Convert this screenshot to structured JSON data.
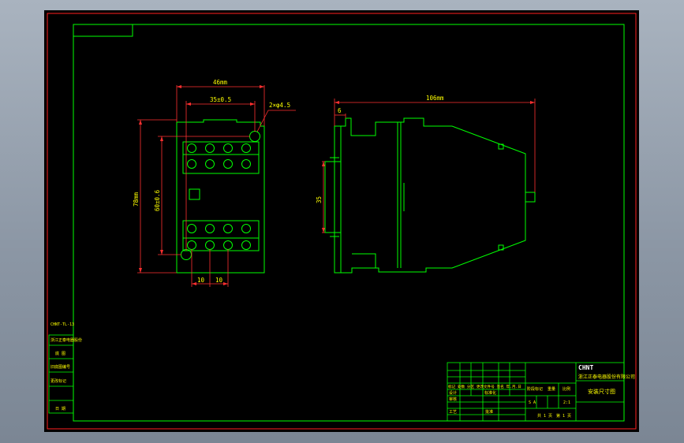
{
  "colors": {
    "background": "#000000",
    "border_red": "#ff2020",
    "geometry_green": "#00ff00",
    "dimension_red": "#ff3030",
    "dimension_text": "#ffff00",
    "frame_outer": "#7f8b99"
  },
  "front_view": {
    "width_dim": "46mm",
    "hole_spacing_dim": "35±0.5",
    "holes_callout": "2×φ4.5",
    "height_dim": "78mm",
    "hole_vertical_dim": "60±0.6",
    "pitch_dim_1": "10",
    "pitch_dim_2": "10"
  },
  "side_view": {
    "depth_dim": "106mm",
    "offset_dim": "6",
    "rail_dim": "35"
  },
  "left_margin_block": {
    "line_1": "CHNT-TL-13",
    "line_2": "浙江正泰电器股份",
    "line_3": "底 图",
    "line_4": "旧底图编号",
    "line_5": "更改标记",
    "line_6": "日 期"
  },
  "title_block": {
    "brand": "CHNT",
    "company": "浙江正泰电器股份有限公司",
    "drawing_title": "安装尺寸图",
    "row_labels": "标记 处数 分区 更改文件号 签名 年.月.日",
    "row_design": "设计",
    "row_check": "审核",
    "row_process": "工艺",
    "row_approve": "批准",
    "row_standard": "标准化",
    "stage_label": "阶段标记",
    "weight_label": "重量",
    "scale_label": "比例",
    "scale_value": "2:1",
    "stage_value": "S A",
    "sheets_label": "共 1 页",
    "sheet_label": "第 1 页"
  }
}
